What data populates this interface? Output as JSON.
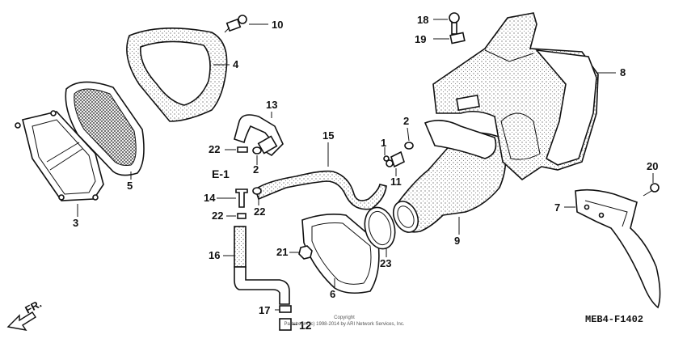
{
  "diagram_code": "MEB4-F1402",
  "copyright": {
    "line1": "Copyright",
    "line2": "Partstream (c) 1998-2014 by ARI Network Services, Inc."
  },
  "direction": "FR.",
  "ref": "E-1",
  "callouts": {
    "c1": "1",
    "c2a": "2",
    "c2b": "2",
    "c3": "3",
    "c4": "4",
    "c5": "5",
    "c6": "6",
    "c7": "7",
    "c8": "8",
    "c9": "9",
    "c10": "10",
    "c11": "11",
    "c12": "12",
    "c13": "13",
    "c14": "14",
    "c15": "15",
    "c16": "16",
    "c17": "17",
    "c18": "18",
    "c19": "19",
    "c20": "20",
    "c21": "21",
    "c22a": "22",
    "c22b": "22",
    "c22c": "22",
    "c23": "23"
  }
}
